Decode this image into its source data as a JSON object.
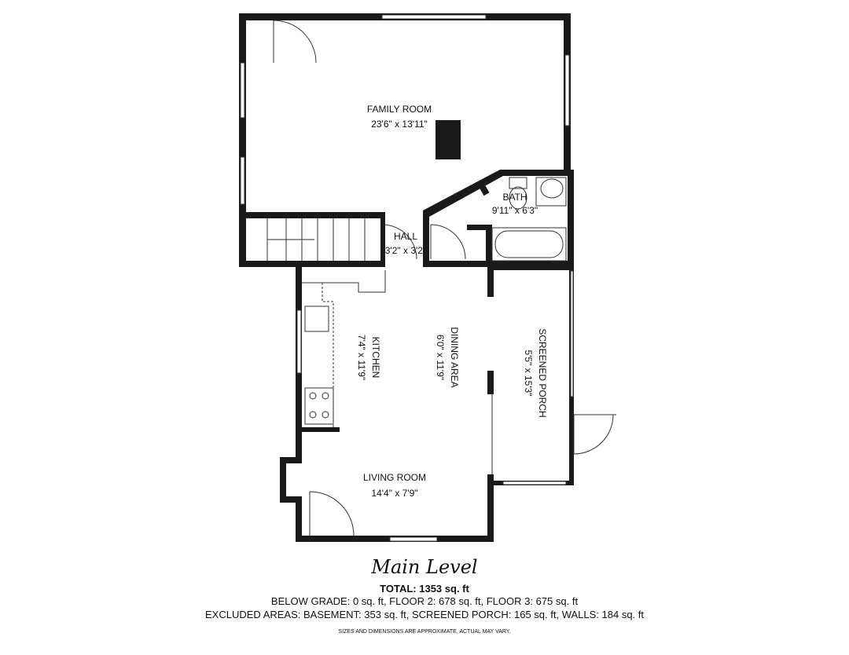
{
  "plan": {
    "level_title": "Main Level",
    "rooms": [
      {
        "name": "FAMILY ROOM",
        "dims": "23'6\" x 13'11\""
      },
      {
        "name": "BATH",
        "dims": "9'11\" x 6'3\""
      },
      {
        "name": "HALL",
        "dims": "3'2\" x 3'2\""
      },
      {
        "name": "KITCHEN",
        "dims": "7'4\" x 11'9\""
      },
      {
        "name": "DINING AREA",
        "dims": "6'0\" x 11'9\""
      },
      {
        "name": "SCREENED PORCH",
        "dims": "5'5\" x 15'3\""
      },
      {
        "name": "LIVING ROOM",
        "dims": "14'4\" x 7'9\""
      }
    ],
    "wall_color": "#1a1a1a"
  },
  "summary": {
    "total": "TOTAL: 1353 sq. ft",
    "floors": "BELOW GRADE: 0 sq. ft, FLOOR 2: 678 sq. ft, FLOOR 3: 675 sq. ft",
    "excluded": "EXCLUDED AREAS: BASEMENT: 353 sq. ft, SCREENED PORCH: 165 sq. ft, WALLS: 184 sq. ft",
    "disclaimer": "SIZES AND DIMENSIONS ARE APPROXIMATE, ACTUAL MAY VARY."
  }
}
